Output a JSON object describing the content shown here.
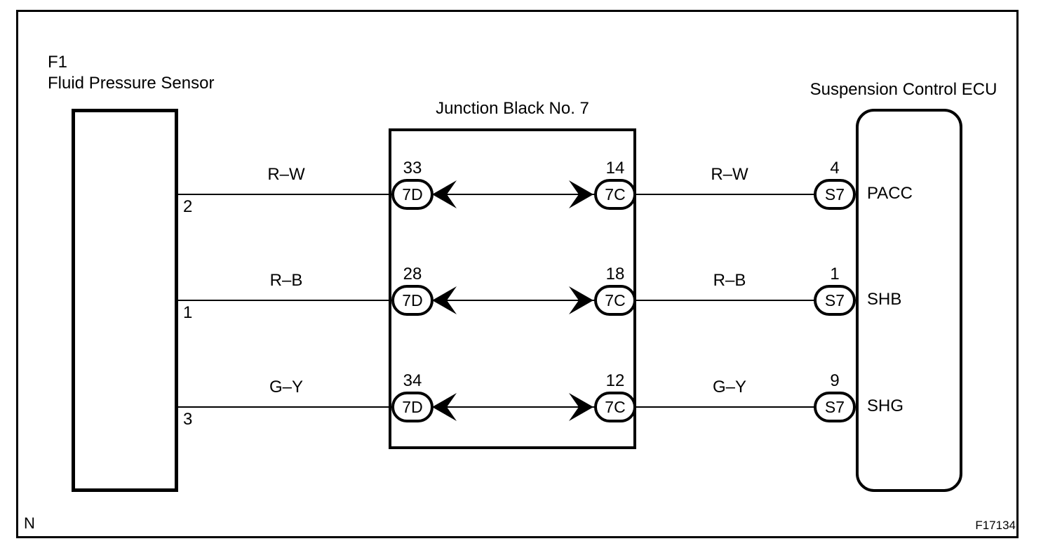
{
  "frame": {
    "page_letter": "N",
    "figure_code": "F17134"
  },
  "sensor": {
    "code": "F1",
    "name": "Fluid Pressure Sensor"
  },
  "junction": {
    "title": "Junction Black No. 7"
  },
  "ecu": {
    "title": "Suspension Control ECU"
  },
  "rows": [
    {
      "sensor_pin": "2",
      "wire_left": "R–W",
      "jb_in_pin": "33",
      "jb_in_label": "7D",
      "jb_out_pin": "14",
      "jb_out_label": "7C",
      "wire_right": "R–W",
      "ecu_pin": "4",
      "ecu_conn": "S7",
      "terminal": "PACC"
    },
    {
      "sensor_pin": "1",
      "wire_left": "R–B",
      "jb_in_pin": "28",
      "jb_in_label": "7D",
      "jb_out_pin": "18",
      "jb_out_label": "7C",
      "wire_right": "R–B",
      "ecu_pin": "1",
      "ecu_conn": "S7",
      "terminal": "SHB"
    },
    {
      "sensor_pin": "3",
      "wire_left": "G–Y",
      "jb_in_pin": "34",
      "jb_in_label": "7D",
      "jb_out_pin": "12",
      "jb_out_label": "7C",
      "wire_right": "G–Y",
      "ecu_pin": "9",
      "ecu_conn": "S7",
      "terminal": "SHG"
    }
  ]
}
